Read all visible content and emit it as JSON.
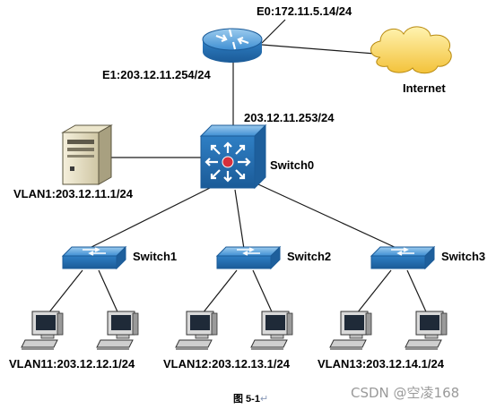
{
  "router": {
    "e0_label": "E0:172.11.5.14/24",
    "e1_label": "E1:203.12.11.254/24"
  },
  "internet": {
    "label": "Internet"
  },
  "switch0": {
    "label": "Switch0",
    "uplink_ip": "203.12.11.253/24"
  },
  "server": {
    "label": "VLAN1:203.12.11.1/24"
  },
  "switches": [
    {
      "label": "Switch1",
      "vlan_label": "VLAN11:203.12.12.1/24"
    },
    {
      "label": "Switch2",
      "vlan_label": "VLAN12:203.12.13.1/24"
    },
    {
      "label": "Switch3",
      "vlan_label": "VLAN13:203.12.14.1/24"
    }
  ],
  "caption": "图 5-1",
  "caption_mark": "↵",
  "watermark": "CSDN @空凌168",
  "colors": {
    "link": "#1a1a1a",
    "device_blue": "#2f7fc4",
    "switch0_center": "#d6303c",
    "cloud": "#f4c53a"
  }
}
